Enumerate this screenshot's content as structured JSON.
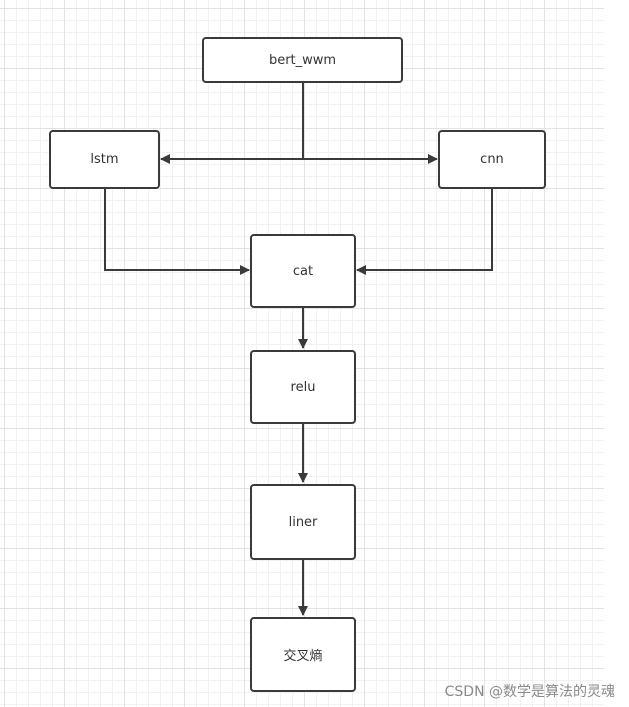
{
  "nodes": {
    "bert": "bert_wwm",
    "lstm": "lstm",
    "cnn": "cnn",
    "cat": "cat",
    "relu": "relu",
    "liner": "liner",
    "loss": "交叉熵"
  },
  "edges": [
    {
      "from": "bert",
      "to": "lstm"
    },
    {
      "from": "bert",
      "to": "cnn"
    },
    {
      "from": "lstm",
      "to": "cat"
    },
    {
      "from": "cnn",
      "to": "cat"
    },
    {
      "from": "cat",
      "to": "relu"
    },
    {
      "from": "relu",
      "to": "liner"
    },
    {
      "from": "liner",
      "to": "loss"
    }
  ],
  "watermark": "CSDN @数学是算法的灵魂",
  "colors": {
    "line": "#3a3a3a",
    "grid": "#e3e3e3",
    "watermark": "#8a8a8a"
  }
}
